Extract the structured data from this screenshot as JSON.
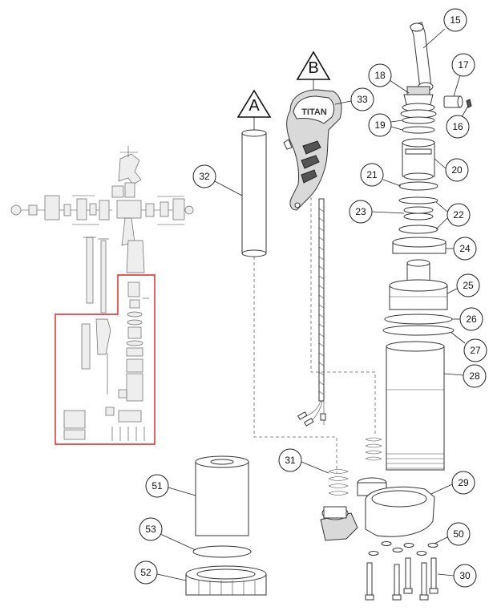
{
  "diagram": {
    "title": "",
    "section_markers": [
      {
        "id": "A",
        "label": "A"
      },
      {
        "id": "B",
        "label": "B"
      }
    ],
    "brand_mark": "TITAN",
    "callouts": [
      {
        "id": "15",
        "label": "15"
      },
      {
        "id": "17",
        "label": "17"
      },
      {
        "id": "18",
        "label": "18"
      },
      {
        "id": "33",
        "label": "33"
      },
      {
        "id": "19",
        "label": "19"
      },
      {
        "id": "16",
        "label": "16"
      },
      {
        "id": "20",
        "label": "20"
      },
      {
        "id": "32",
        "label": "32"
      },
      {
        "id": "21",
        "label": "21"
      },
      {
        "id": "23",
        "label": "23"
      },
      {
        "id": "22",
        "label": "22"
      },
      {
        "id": "24",
        "label": "24"
      },
      {
        "id": "25",
        "label": "25"
      },
      {
        "id": "26",
        "label": "26"
      },
      {
        "id": "27",
        "label": "27"
      },
      {
        "id": "28",
        "label": "28"
      },
      {
        "id": "31",
        "label": "31"
      },
      {
        "id": "29",
        "label": "29"
      },
      {
        "id": "51",
        "label": "51"
      },
      {
        "id": "53",
        "label": "53"
      },
      {
        "id": "50",
        "label": "50"
      },
      {
        "id": "52",
        "label": "52"
      },
      {
        "id": "30",
        "label": "30"
      }
    ],
    "highlight_color": "#e02020",
    "line_color": "#222222"
  }
}
